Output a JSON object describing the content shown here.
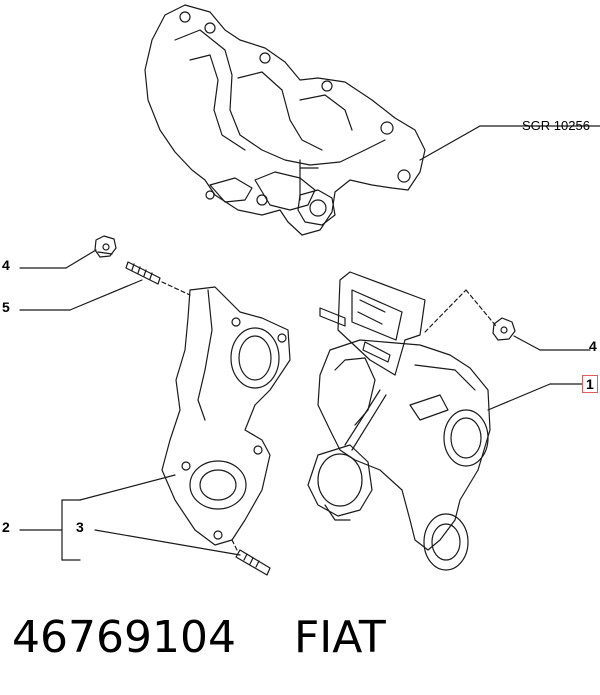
{
  "reference_label": "SGR 10256",
  "callouts": {
    "nut_left": "4",
    "stud_upper": "5",
    "pipe_group": "2",
    "stud_lower": "3",
    "nut_right": "4",
    "turbocharger": "1"
  },
  "footer": {
    "part_number": "46769104",
    "brand": "FIAT"
  },
  "colors": {
    "line": "#1a1a1a",
    "highlight_box": "#e06060"
  }
}
